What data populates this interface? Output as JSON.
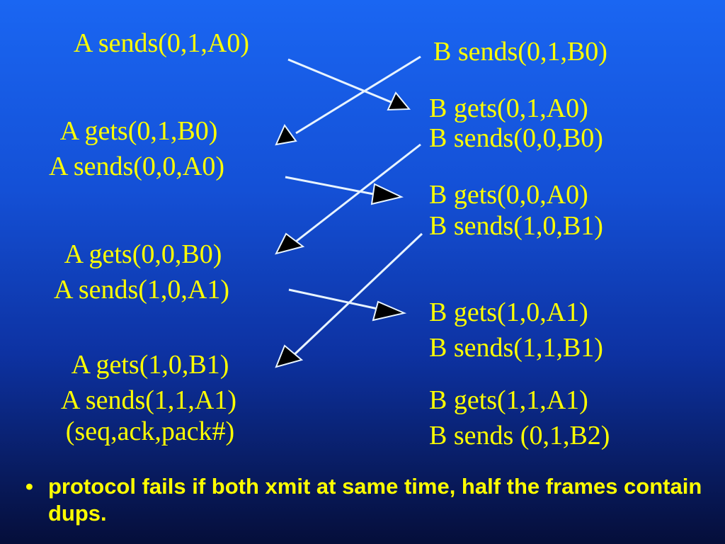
{
  "left_labels": [
    "A sends(0,1,A0)",
    "A gets(0,1,B0)",
    "A sends(0,0,A0)",
    "A gets(0,0,B0)",
    "A sends(1,0,A1)",
    "A gets(1,0,B1)",
    "A sends(1,1,A1)",
    "(seq,ack,pack#)"
  ],
  "right_labels": [
    "B sends(0,1,B0)",
    "B gets(0,1,A0)",
    "B sends(0,0,B0)",
    "B gets(0,0,A0)",
    "B sends(1,0,B1)",
    "B gets(1,0,A1)",
    "B sends(1,1,B1)",
    "B gets(1,1,A1)",
    "B sends (0,1,B2)"
  ],
  "note": {
    "bullet": "•",
    "text": "protocol fails if both xmit at same time, half the frames contain dups."
  },
  "colors": {
    "text": "#ffff00",
    "arrow_line": "#e8f4ff",
    "arrowhead": "#000000"
  }
}
